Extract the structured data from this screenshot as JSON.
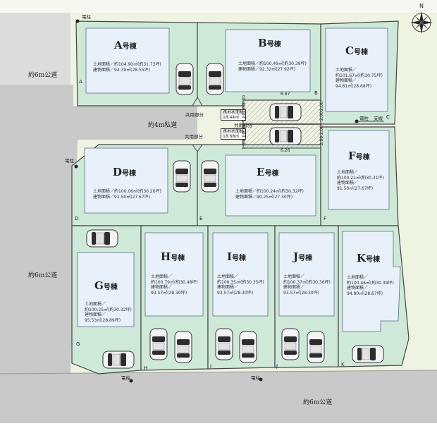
{
  "roads": {
    "west_top": "約6m公道",
    "west_bottom": "約6m公道",
    "south": "約6m公道",
    "private": "約4m私道"
  },
  "shared": {
    "label_upper": "共用部分",
    "label_lower": "共用部分",
    "label_middle": "共用部分",
    "access_upper": [
      "路地状面積",
      "18.44㎡"
    ],
    "access_lower": [
      "路地状面積",
      "18.68㎡"
    ],
    "width_top": "6.67",
    "width_bottom": "6.26",
    "dims_left": [
      "1.00",
      "2.00",
      "1.00",
      "1.00",
      "2.00",
      "1.00"
    ],
    "dims_right": [
      "2.00",
      "2.00",
      "2.00",
      "2.00"
    ]
  },
  "poles": {
    "top": "電柱",
    "west": "電柱",
    "east": "電柱",
    "east_branch": "支線",
    "bottom_left": "電柱",
    "bottom_mid": "電柱"
  },
  "points": [
    "A",
    "B",
    "C",
    "D",
    "E",
    "F",
    "G",
    "H",
    "I",
    "J",
    "K"
  ],
  "lots": {
    "A": {
      "label": "A",
      "suffix": "号棟",
      "lines": [
        "土地面積／約104.90㎡(約31.73坪)",
        "建物面積／94.39㎡(28.55坪)"
      ]
    },
    "B": {
      "label": "B",
      "suffix": "号棟",
      "lines": [
        "土地面積／約100.49㎡(約30.39坪)",
        "建物面積／92.32㎡(27.92坪)"
      ]
    },
    "C": {
      "label": "C",
      "suffix": "号棟",
      "lines": [
        "土地面積／",
        "約101.67㎡(約30.75坪)",
        "建物面積／",
        "94.81㎡(28.68坪)"
      ]
    },
    "D": {
      "label": "D",
      "suffix": "号棟",
      "lines": [
        "土地面積／約100.06㎡(約30.26坪)",
        "建物面積／91.50㎡(27.67坪)"
      ]
    },
    "E": {
      "label": "E",
      "suffix": "号棟",
      "lines": [
        "土地面積／約100.24㎡(約30.32坪)",
        "建物面積／90.25㎡(27.30坪)"
      ]
    },
    "F": {
      "label": "F",
      "suffix": "号棟",
      "lines": [
        "土地面積／",
        "約100.21㎡(約30.31坪)",
        "建物面積／",
        "91.50㎡(27.67坪)"
      ]
    },
    "G": {
      "label": "G",
      "suffix": "号棟",
      "lines": [
        "土地面積／",
        "約100.25㎡(約30.32坪)",
        "建物面積／",
        "95.53㎡(28.89坪)"
      ]
    },
    "H": {
      "label": "H",
      "suffix": "号棟",
      "lines": [
        "土地面積／",
        "約100.79㎡(約30.48坪)",
        "建物面積／",
        "93.57㎡(28.30坪)"
      ]
    },
    "I": {
      "label": "I",
      "suffix": "号棟",
      "lines": [
        "土地面積／",
        "約100.35㎡(約30.35坪)",
        "建物面積／",
        "93.57㎡(28.30坪)"
      ]
    },
    "J": {
      "label": "J",
      "suffix": "号棟",
      "lines": [
        "土地面積／",
        "約100.37㎡(約30.36坪)",
        "建物面積／",
        "93.57㎡(28.30坪)"
      ]
    },
    "K": {
      "label": "K",
      "suffix": "号棟",
      "lines": [
        "土地面積／",
        "約100.46㎡(約30.38坪)",
        "建物面積／",
        "94.80㎡(28.67坪)"
      ]
    }
  },
  "compass": {
    "north": "N"
  },
  "colors": {
    "lot": "#cfe9d9",
    "building": "#e8f0fa",
    "road": "#c9c9c9",
    "land": "#eef3e2"
  }
}
